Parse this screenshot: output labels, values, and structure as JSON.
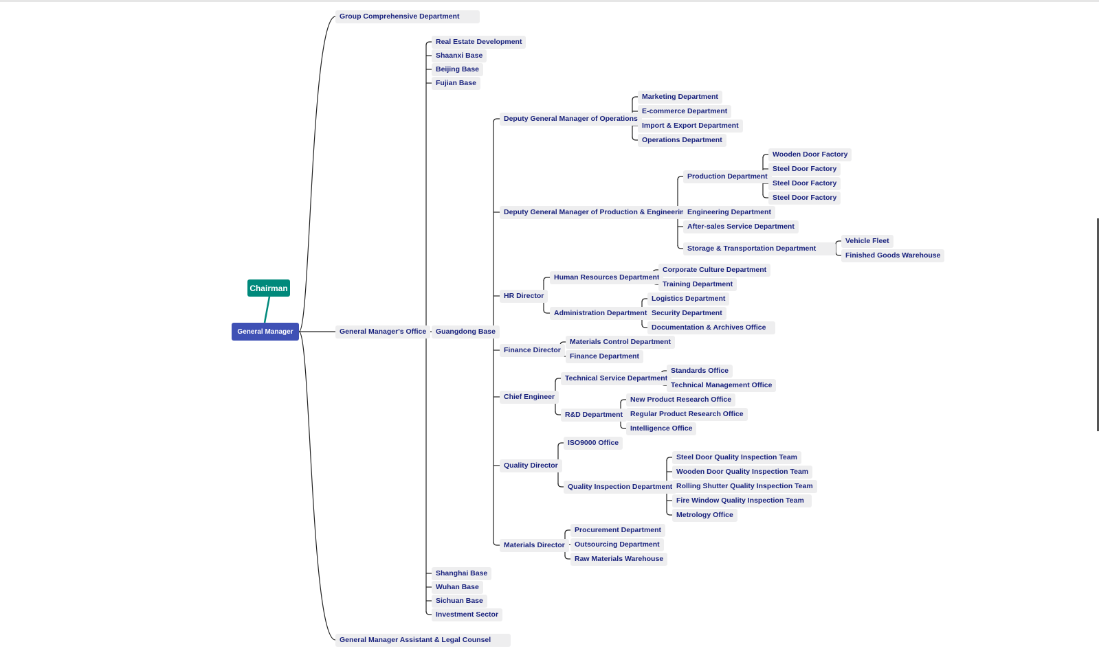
{
  "chairman": "Chairman",
  "general_manager": "General Manager",
  "n": {
    "group": "Group Comprehensive Department",
    "gmo": "General Manager's Office",
    "assist": "General Manager Assistant & Legal Counsel",
    "realestate": "Real Estate Development",
    "shaanxi": "Shaanxi Base",
    "beijing": "Beijing Base",
    "fujian": "Fujian Base",
    "guangdong": "Guangdong Base",
    "shanghai": "Shanghai Base",
    "wuhan": "Wuhan Base",
    "sichuan": "Sichuan Base",
    "invest": "Investment Sector",
    "dgm_ops": "Deputy General Manager of Operations",
    "dgm_prod": "Deputy General Manager of Production & Engineering",
    "hr_dir": "HR Director",
    "fin_dir": "Finance Director",
    "chief_eng": "Chief Engineer",
    "qual_dir": "Quality Director",
    "mat_dir": "Materials Director",
    "marketing": "Marketing Department",
    "ecom": "E-commerce Department",
    "impexp": "Import & Export Department",
    "opsdept": "Operations Department",
    "prod_dept": "Production Department",
    "eng_dept": "Engineering Department",
    "aftersales": "After-sales Service Department",
    "storage": "Storage & Transportation Department",
    "wooden_fac": "Wooden Door Factory",
    "steel_fac1": "Steel Door Factory",
    "steel_fac2": "Steel Door Factory",
    "steel_fac3": "Steel Door Factory",
    "fleet": "Vehicle Fleet",
    "finished": "Finished Goods Warehouse",
    "hrd": "Human Resources Department",
    "admin": "Administration Department",
    "culture": "Corporate Culture Department",
    "training": "Training Department",
    "logistics": "Logistics Department",
    "security": "Security Department",
    "archives": "Documentation & Archives Office",
    "matcontrol": "Materials Control Department",
    "finance": "Finance Department",
    "techservice": "Technical Service Department",
    "rnd": "R&D Department",
    "standards": "Standards Office",
    "techmgmt": "Technical Management Office",
    "newprod": "New Product Research Office",
    "regprod": "Regular Product Research Office",
    "intel": "Intelligence Office",
    "iso": "ISO9000 Office",
    "qid": "Quality Inspection Department",
    "q_steel": "Steel Door Quality Inspection Team",
    "q_wood": "Wooden Door Quality Inspection Team",
    "q_roll": "Rolling Shutter Quality Inspection Team",
    "q_fire": "Fire Window Quality Inspection Team",
    "metrology": "Metrology Office",
    "procure": "Procurement Department",
    "outsource": "Outsourcing Department",
    "rawmat": "Raw Materials Warehouse"
  }
}
